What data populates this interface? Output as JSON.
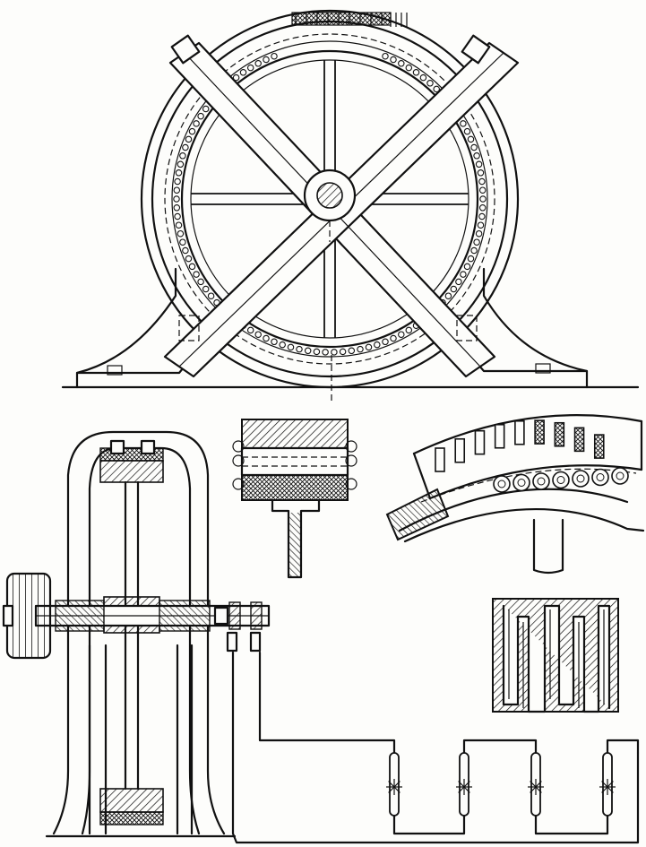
{
  "figure": {
    "ink_color": "#111111",
    "paper_color": "#fdfdfb"
  },
  "parts": [
    {
      "id": "front-elevation",
      "icon": "alternator-front-view"
    },
    {
      "id": "side-section",
      "icon": "alternator-cross-section"
    },
    {
      "id": "rim-detail",
      "icon": "pole-rim-detail"
    },
    {
      "id": "armature-slots",
      "icon": "armature-slot-detail"
    },
    {
      "id": "winding-detail",
      "icon": "zigzag-winding"
    },
    {
      "id": "lamp-circuit",
      "icon": "lamp-circuit"
    }
  ]
}
